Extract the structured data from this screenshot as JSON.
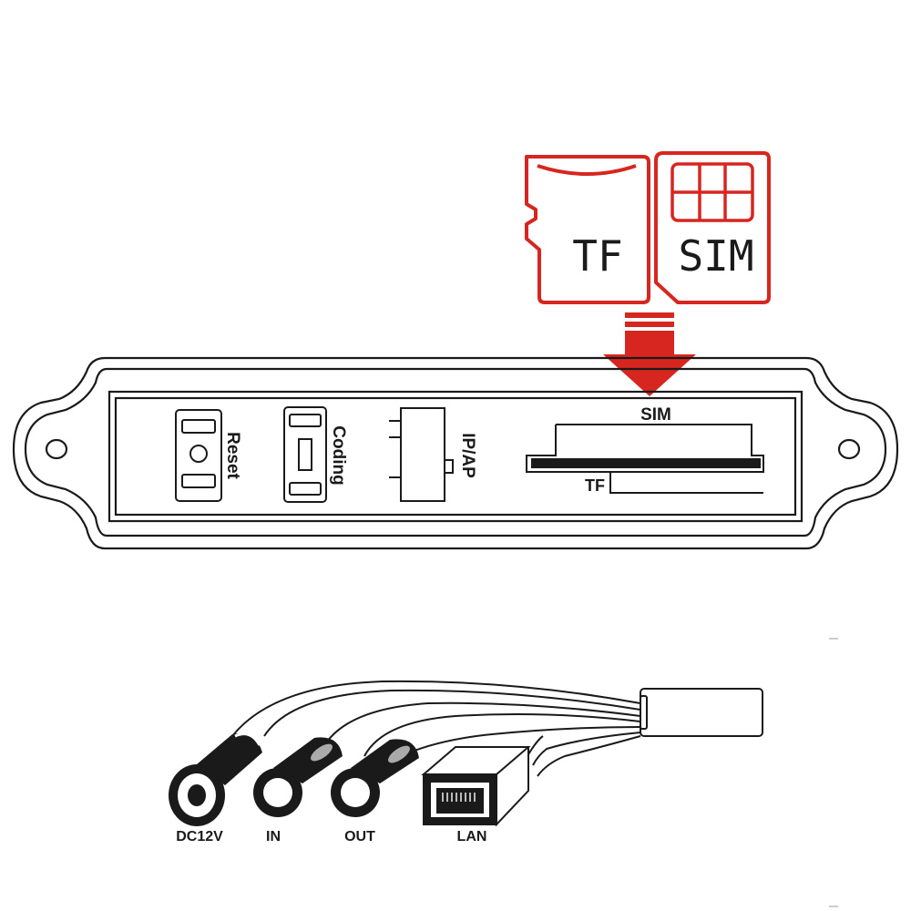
{
  "cards": {
    "tf_label": "TF",
    "sim_label": "SIM"
  },
  "panel": {
    "reset_label": "Reset",
    "coding_label": "Coding",
    "ipap_label": "IP/AP",
    "sim_slot_label": "SIM",
    "tf_slot_label": "TF"
  },
  "cable": {
    "dc_label": "DC12V",
    "in_label": "IN",
    "out_label": "OUT",
    "lan_label": "LAN"
  },
  "colors": {
    "accent_red": "#d7261f",
    "stroke": "#1a1a1a"
  }
}
